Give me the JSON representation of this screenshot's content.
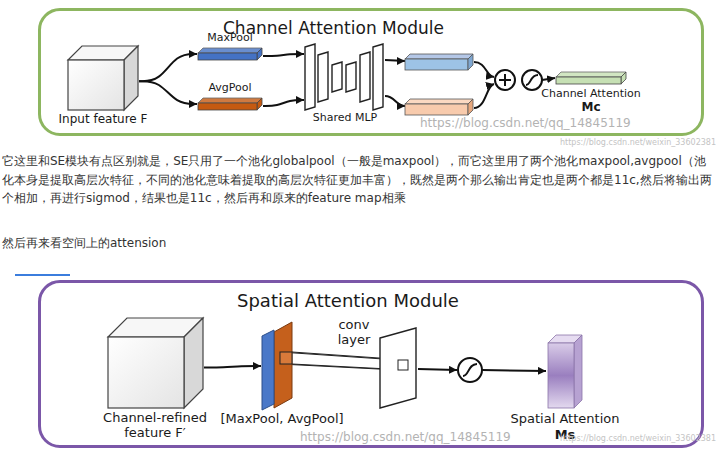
{
  "diagram": {
    "nodes": [
      {
        "text": [
          "Channel Attention Module"
        ]
      },
      {
        "text": [
          "Input feature F"
        ],
        "in": 0
      },
      {
        "text": [
          "MaxPool"
        ],
        "in": 0
      },
      {
        "text": [
          "AvgPool"
        ],
        "in": 0
      },
      {
        "text": [
          "Shared MLP"
        ],
        "in": 0
      },
      {
        "text": [
          "Channel Attention",
          "Mc"
        ],
        "in": 0
      },
      {
        "text": [
          "Spatial Attention Module"
        ]
      },
      {
        "text": [
          "Channel-refined feature F′"
        ],
        "in": 6
      },
      {
        "text": [
          "[MaxPool, AvgPool]"
        ],
        "in": 6
      },
      {
        "text": [
          "conv layer"
        ],
        "in": 6
      },
      {
        "text": [
          "Spatial Attention",
          "Ms"
        ],
        "in": 6
      }
    ],
    "edges": [
      {
        "from": 1,
        "to": 2,
        "arrow": "to"
      },
      {
        "from": 1,
        "to": 3,
        "arrow": "to"
      },
      {
        "from": 2,
        "to": 4,
        "arrow": "to"
      },
      {
        "from": 3,
        "to": 4,
        "arrow": "to"
      },
      {
        "from": 7,
        "to": 8,
        "arrow": "to"
      }
    ],
    "labels": [
      "https://blog.csdn.net/qq_14845119",
      "https://blog.csdn.net/weixin_33602381",
      "它这里和SE模块有点区别就是，SE只用了一个池化globalpool（一般是maxpool），而它这里用了两个池化maxpool,avgpool（池化本身是提取高层次特征，不同的池化意味着提取的高层次特征更加丰富），既然是两个那么输出肯定也是两个都是11c,然后将输出两个相加，再进行sigmod，结果也是11c，然后再和原来的feature map相乘",
      "然后再来看空间上的attension",
      "https://blog.csdn.net/qq_14845119",
      "https://blog.csdn.net/weixin_33602381"
    ]
  }
}
